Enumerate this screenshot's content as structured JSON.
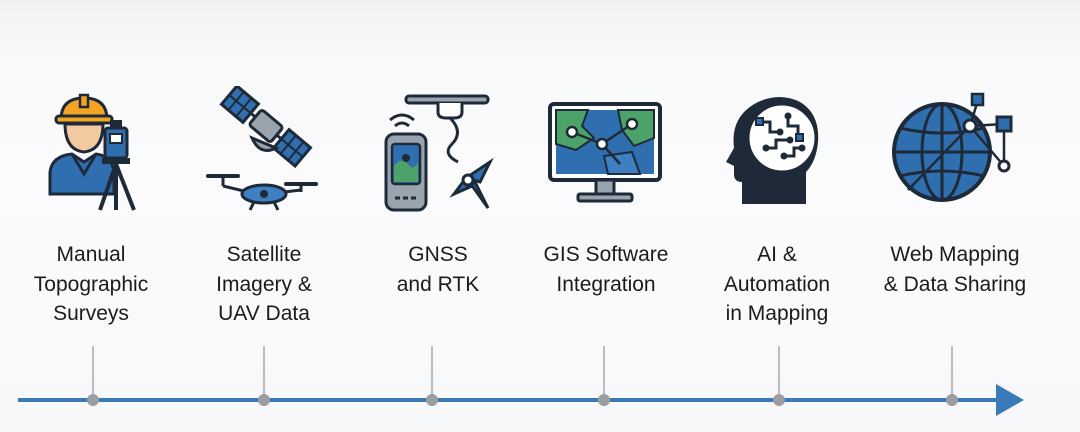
{
  "timeline": {
    "steps": [
      {
        "label": "Manual\nTopographic\nSurveys",
        "icon": "surveyor-theodolite-icon"
      },
      {
        "label": "Satellite\nImagery &\nUAV Data",
        "icon": "satellite-drone-icon"
      },
      {
        "label": "GNSS\nand RTK",
        "icon": "gnss-receiver-icon"
      },
      {
        "label": "GIS Software\nIntegration",
        "icon": "gis-monitor-map-icon"
      },
      {
        "label": "AI &\nAutomation\nin Mapping",
        "icon": "ai-head-circuit-icon"
      },
      {
        "label": "Web Mapping\n& Data Sharing",
        "icon": "globe-network-icon"
      }
    ]
  },
  "colors": {
    "navy": "#1e2a38",
    "blue": "#2f6fb0",
    "light_blue": "#3d7fc0",
    "green": "#4ca36a",
    "arrow": "#3a7ab8",
    "connector": "#b9bcc0",
    "node": "#9a9ea3"
  }
}
